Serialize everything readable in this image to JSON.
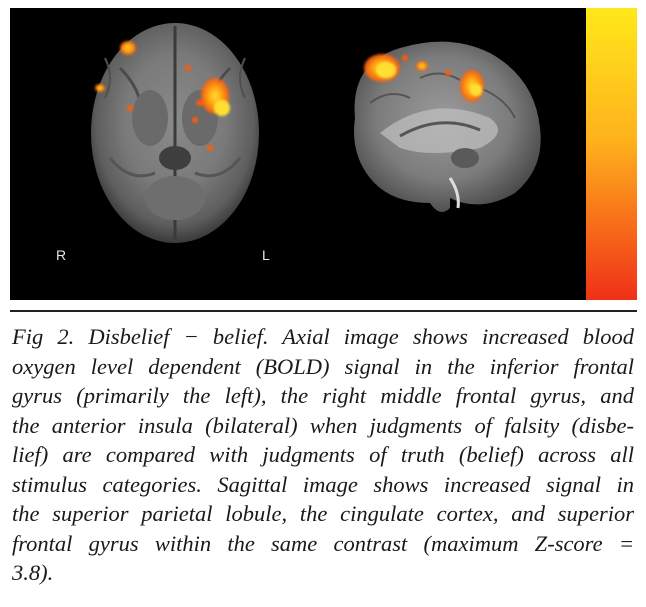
{
  "figure": {
    "axial_orientation_left": "R",
    "axial_orientation_right": "L",
    "colorbar": {
      "top_color": "#ffe81a",
      "bottom_color": "#f03018"
    },
    "activation_colors": [
      "#ff5a10",
      "#ff9a10",
      "#ffe030"
    ],
    "icons": [
      "axial-brain-scan",
      "sagittal-brain-scan"
    ]
  },
  "caption": {
    "lines": [
      "Fig 2. Disbelief − belief. Axial image shows increased blood",
      "oxygen level dependent (BOLD) signal in the inferior frontal",
      "gyrus (primarily the left), the right middle frontal gyrus, and",
      "the anterior insula (bilateral) when judgments of falsity (disbe-",
      "lief) are compared with judgments of truth (belief) across all",
      "stimulus categories. Sagittal image shows increased signal in",
      "the superior parietal lobule, the cingulate cortex, and superior",
      "frontal gyrus within the same contrast (maximum Z-score =",
      "3.8)."
    ]
  }
}
